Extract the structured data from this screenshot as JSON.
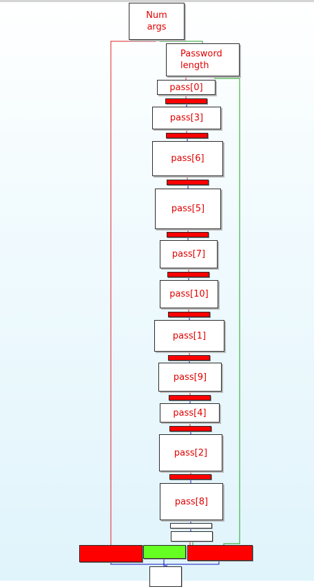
{
  "graph": {
    "entry": "Num\nargs",
    "length_check": "Password\nlength",
    "checks": [
      "pass[0]",
      "pass[3]",
      "pass[6]",
      "pass[5]",
      "pass[7]",
      "pass[10]",
      "pass[1]",
      "pass[9]",
      "pass[4]",
      "pass[2]",
      "pass[8]"
    ]
  },
  "colors": {
    "label": "#e00000",
    "fail_block": "#ff0000",
    "success_block": "#66ff22",
    "edge_false": "#e02020",
    "edge_true": "#20a020",
    "edge_uncond": "#1010c0"
  }
}
